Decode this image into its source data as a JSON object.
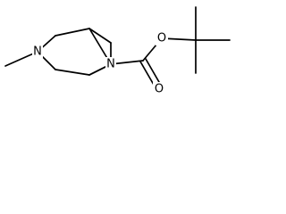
{
  "molecule": {
    "atoms": {
      "n3": "N",
      "n8": "N",
      "o_carbonyl": "O",
      "o_ester": "O"
    },
    "colors": {
      "bond": "#000000",
      "label": "#000000",
      "background": "#ffffff"
    }
  }
}
